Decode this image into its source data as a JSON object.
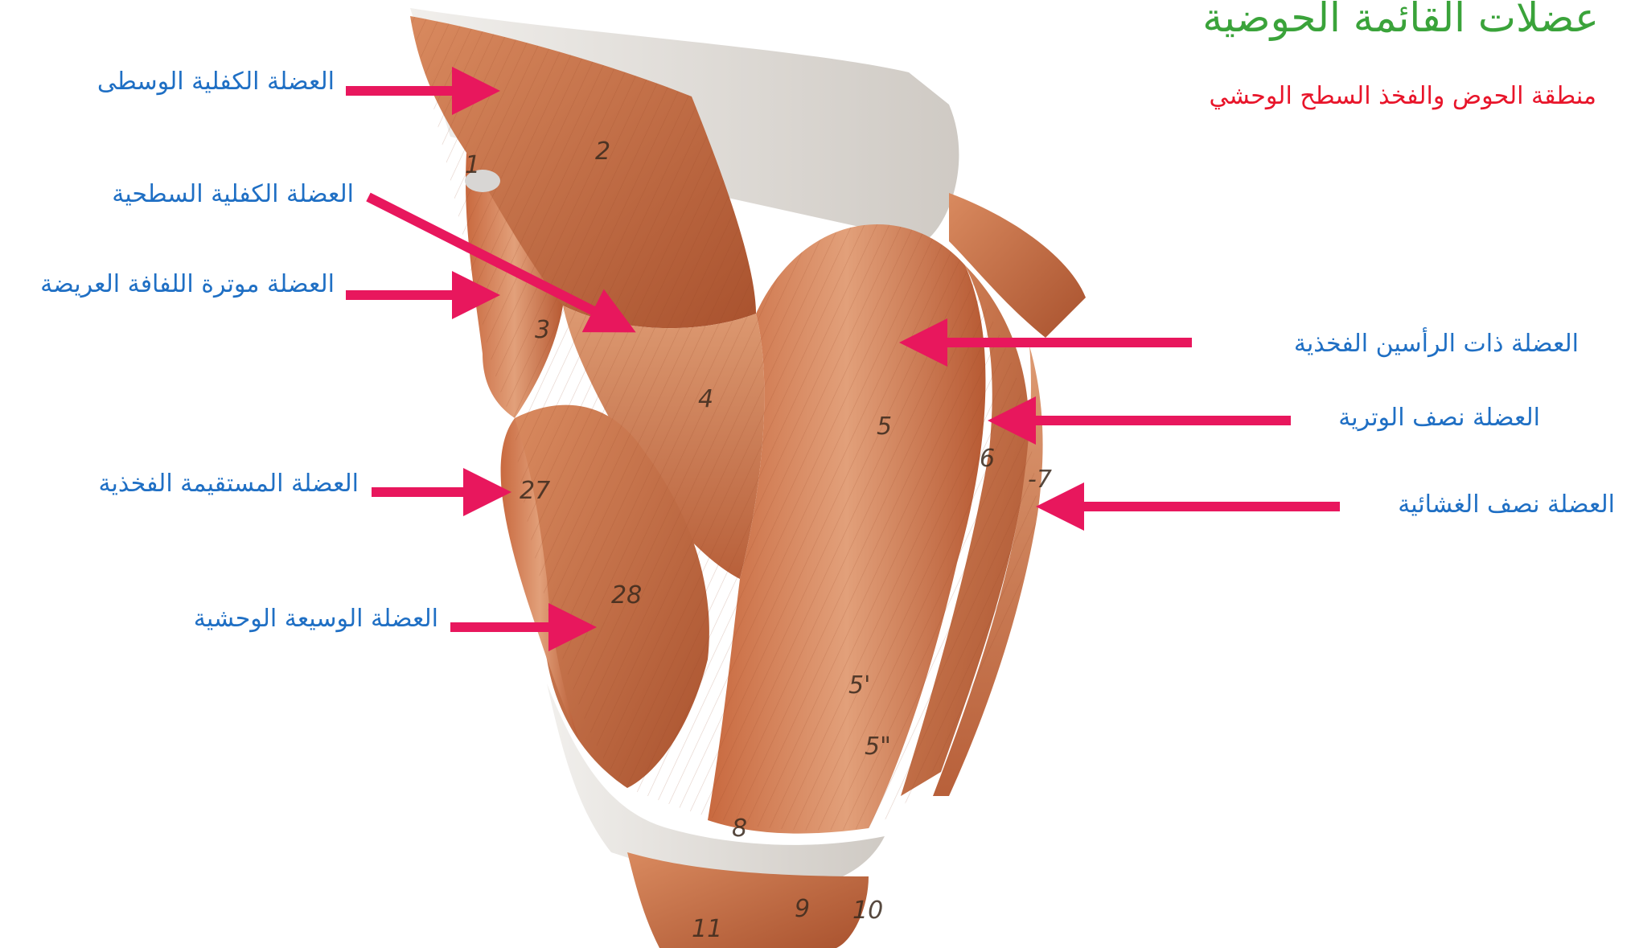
{
  "title": "عضلات القائمة الحوضية",
  "subtitle": "منطقة الحوض والفخذ السطح الوحشي",
  "colors": {
    "title": "#3aa33a",
    "subtitle": "#e8152a",
    "label": "#1f6fc4",
    "arrow": "#e8175d",
    "muscle": "#c96d45",
    "fascia": "#e9e6e2"
  },
  "labels": {
    "gluteus_medius": "العضلة الكفلية الوسطى",
    "gluteus_superficialis": "العضلة الكفلية السطحية",
    "tensor_fasciae_latae": "العضلة موترة اللفافة العريضة",
    "rectus_femoris": "العضلة المستقيمة الفخذية",
    "vastus_lateralis": "العضلة الوسيعة الوحشية",
    "biceps_femoris": "العضلة ذات الرأسين الفخذية",
    "semitendinosus": "العضلة نصف الوترية",
    "semimembranosus": "العضلة نصف الغشائية"
  },
  "numbers": {
    "n1": "1",
    "n2": "2",
    "n3": "3",
    "n4": "4",
    "n5": "5",
    "n6": "6",
    "n7": "-7",
    "n27": "27",
    "n28": "28",
    "n5p": "5'",
    "n5pp": "5\"",
    "n8": "8",
    "n9": "9",
    "n10": "10",
    "n11": "11"
  }
}
